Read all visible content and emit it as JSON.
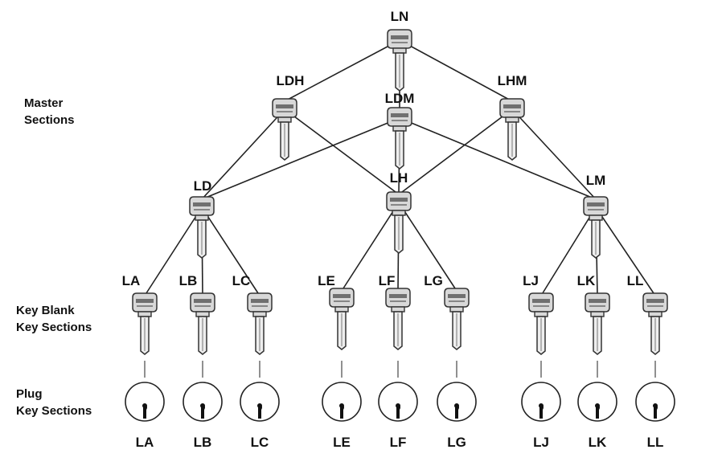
{
  "side_labels": {
    "master": [
      "Master",
      "Sections"
    ],
    "key_blank": [
      "Key Blank",
      "Key Sections"
    ],
    "plug": [
      "Plug",
      "Key Sections"
    ]
  },
  "nodes": {
    "LN": "LN",
    "LDH": "LDH",
    "LDM": "LDM",
    "LHM": "LHM",
    "LD": "LD",
    "LH": "LH",
    "LM": "LM",
    "LA": "LA",
    "LB": "LB",
    "LC": "LC",
    "LE": "LE",
    "LF": "LF",
    "LG": "LG",
    "LJ": "LJ",
    "LK": "LK",
    "LL": "LL"
  },
  "edges": [
    [
      "LN",
      "LDH"
    ],
    [
      "LN",
      "LHM"
    ],
    [
      "LN",
      "LDM"
    ],
    [
      "LDH",
      "LD"
    ],
    [
      "LDH",
      "LH"
    ],
    [
      "LDM",
      "LD"
    ],
    [
      "LDM",
      "LM"
    ],
    [
      "LDM",
      "LH"
    ],
    [
      "LHM",
      "LH"
    ],
    [
      "LHM",
      "LM"
    ],
    [
      "LD",
      "LA"
    ],
    [
      "LD",
      "LB"
    ],
    [
      "LD",
      "LC"
    ],
    [
      "LH",
      "LE"
    ],
    [
      "LH",
      "LF"
    ],
    [
      "LH",
      "LG"
    ],
    [
      "LM",
      "LJ"
    ],
    [
      "LM",
      "LK"
    ],
    [
      "LM",
      "LL"
    ]
  ],
  "plugs": [
    "LA",
    "LB",
    "LC",
    "LE",
    "LF",
    "LG",
    "LJ",
    "LK",
    "LL"
  ],
  "colors": {
    "line": "#222222",
    "key_fill": "#d8d8d8",
    "key_stroke": "#333333"
  }
}
